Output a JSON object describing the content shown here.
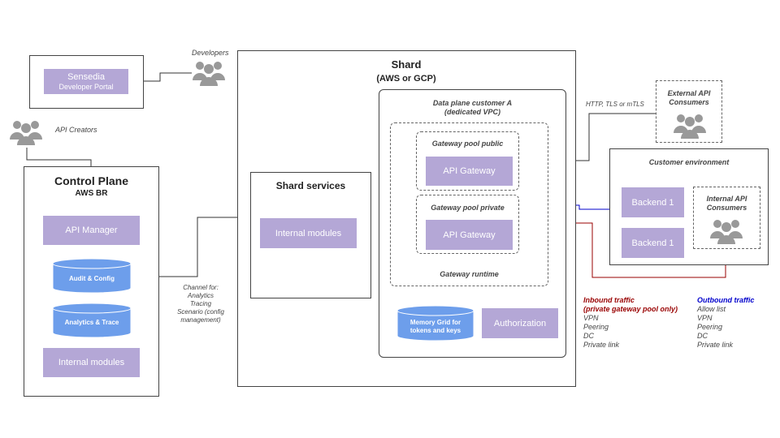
{
  "portal": {
    "line1": "Sensedia",
    "line2": "Developer Portal"
  },
  "developers_label": "Developers",
  "api_creators_label": "API Creators",
  "control_plane": {
    "title": "Control Plane",
    "subtitle": "AWS BR",
    "api_manager": "API Manager",
    "audit_config": "Audit & Config",
    "analytics_trace": "Analytics & Trace",
    "internal_modules": "Internal modules"
  },
  "channel_note": [
    "Channel  for:",
    "Analytics",
    "Tracing",
    "Scenario (config",
    "management)"
  ],
  "shard": {
    "title": "Shard",
    "subtitle": "(AWS or GCP)",
    "services_title": "Shard services",
    "services_internal_modules": "Internal modules",
    "data_plane": [
      "Data plane customer A",
      "(dedicated VPC)"
    ],
    "pool_public": "Gateway pool public",
    "pool_private": "Gateway pool private",
    "api_gateway": "API Gateway",
    "gateway_runtime": "Gateway runtime",
    "memory_grid": [
      "Memory Grid for",
      "tokens and keys"
    ],
    "authorization": "Authorization"
  },
  "http_note": "HTTP, TLS or mTLS",
  "external_consumers": [
    "External API",
    "Consumers"
  ],
  "customer_env": {
    "title": "Customer environment",
    "backend": "Backend 1",
    "internal_consumers": [
      "Internal API",
      "Consumers"
    ]
  },
  "inbound": {
    "title": [
      "Inbound traffic",
      "(private gateway pool only)"
    ],
    "items": [
      "VPN",
      "Peering",
      "DC",
      "Private link"
    ],
    "color": "#990000"
  },
  "outbound": {
    "title": "Outbound traffic",
    "items": [
      "Allow list",
      "VPN",
      "Peering",
      "DC",
      "Private link"
    ],
    "color": "#0000cc"
  },
  "colors": {
    "purple_box": "#b4a7d6",
    "cylinder": "#6d9eeb",
    "people_icon": "#999999"
  }
}
